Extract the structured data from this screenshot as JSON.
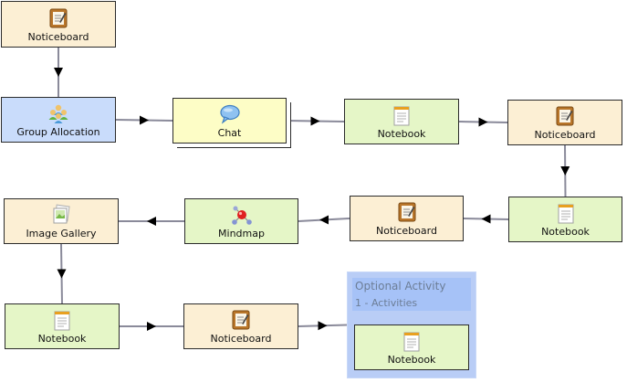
{
  "nodes": [
    {
      "id": "n1",
      "type": "noticeboard",
      "label": "Noticeboard"
    },
    {
      "id": "n2",
      "type": "group",
      "label": "Group Allocation"
    },
    {
      "id": "n3",
      "type": "chat",
      "label": "Chat"
    },
    {
      "id": "n4",
      "type": "notebook",
      "label": "Notebook"
    },
    {
      "id": "n5",
      "type": "noticeboard",
      "label": "Noticeboard"
    },
    {
      "id": "n6",
      "type": "notebook",
      "label": "Notebook"
    },
    {
      "id": "n7",
      "type": "noticeboard",
      "label": "Noticeboard"
    },
    {
      "id": "n8",
      "type": "mindmap",
      "label": "Mindmap"
    },
    {
      "id": "n9",
      "type": "gallery",
      "label": "Image Gallery"
    },
    {
      "id": "n10",
      "type": "notebook",
      "label": "Notebook"
    },
    {
      "id": "n11",
      "type": "noticeboard",
      "label": "Noticeboard"
    },
    {
      "id": "n12",
      "type": "notebook",
      "label": "Notebook"
    }
  ],
  "optional": {
    "title": "Optional Activity",
    "subtitle": "1 - Activities"
  },
  "edges": [
    [
      "n1",
      "n2"
    ],
    [
      "n2",
      "n3"
    ],
    [
      "n3",
      "n4"
    ],
    [
      "n4",
      "n5"
    ],
    [
      "n5",
      "n6"
    ],
    [
      "n6",
      "n7"
    ],
    [
      "n7",
      "n8"
    ],
    [
      "n8",
      "n9"
    ],
    [
      "n9",
      "n10"
    ],
    [
      "n10",
      "n11"
    ],
    [
      "n11",
      "optional"
    ]
  ],
  "icons": {
    "noticeboard": "noticeboard-icon",
    "notebook": "notebook-icon",
    "group": "group-allocation-icon",
    "chat": "chat-bubble-icon",
    "mindmap": "mindmap-icon",
    "gallery": "image-gallery-icon"
  },
  "colors": {
    "noticeboard": "#fcefd4",
    "notebook": "#e5f6c7",
    "group": "#c9dcfb",
    "chat": "#fdfdc6",
    "optional": "#b9cdf6",
    "connector": "#8a8a9a",
    "arrowhead": "#000000"
  }
}
